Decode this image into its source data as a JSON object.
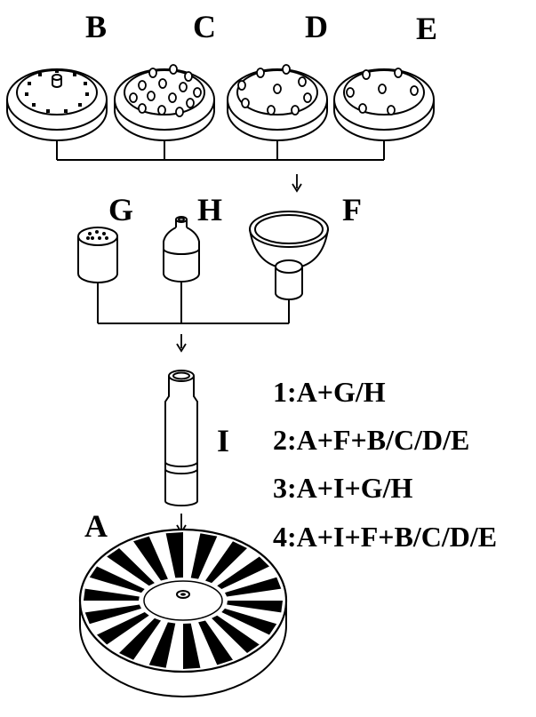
{
  "parts": {
    "a": "A",
    "b": "B",
    "c": "C",
    "d": "D",
    "e": "E",
    "f": "F",
    "g": "G",
    "h": "H",
    "i": "I"
  },
  "combinations": [
    "1:A+G/H",
    "2:A+F+B/C/D/E",
    "3:A+I+G/H",
    "4:A+I+F+B/C/D/E"
  ],
  "colors": {
    "ink": "#000000",
    "paper": "#ffffff"
  }
}
